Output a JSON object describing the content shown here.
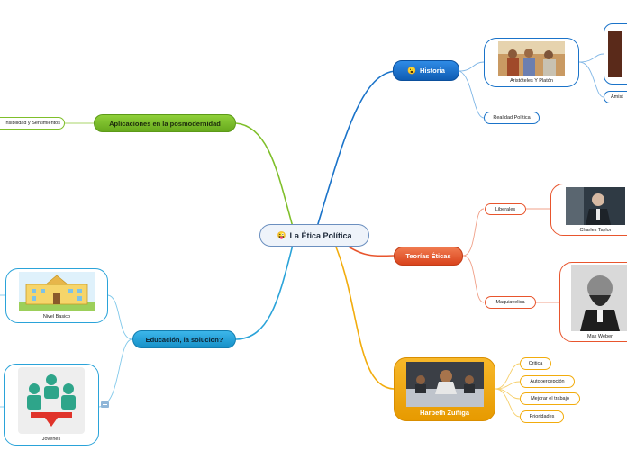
{
  "central": {
    "icon": "😜",
    "label": "La Ética Política"
  },
  "historia": {
    "icon": "😮",
    "label": "Historia",
    "card_caption": "Aristóteles Y Platón",
    "realidad": "Realidad Política",
    "amistad_partial": "Amist"
  },
  "teorias": {
    "label": "Teorías Éticas",
    "liberales": "Liberales",
    "charles_caption": "Charles Taylor",
    "maquiavelica": "Maquiavelica",
    "weber_caption": "Max Weber"
  },
  "harbeth": {
    "label": "Harbeth Zuñiga",
    "items": [
      "Critica",
      "Autopercepción",
      "Mejorar el trabajo",
      "Prioridades"
    ]
  },
  "aplicaciones": {
    "label": "Aplicaciones en la posmodernidad",
    "child_partial": "nsibilidad y Sentimientos"
  },
  "educacion": {
    "label": "Educación, la solucion?",
    "basico_caption": "Nivel Basico",
    "jovenes_caption": "Jovenes"
  },
  "colors": {
    "blue": "#1a73c9",
    "orange_red": "#e8552d",
    "yellow": "#f2ac0d",
    "green": "#7fbf2a",
    "teal": "#2aa3d9"
  },
  "icons": [
    "grinning-face-tongue-icon",
    "surprised-face-icon",
    "link-icon"
  ]
}
